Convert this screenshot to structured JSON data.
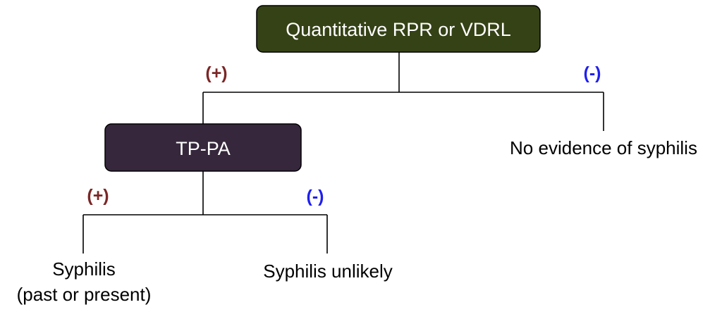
{
  "nodes": {
    "root": "Quantitative RPR or VDRL",
    "tppa": "TP-PA",
    "no_evidence": "No evidence of syphilis",
    "syphilis_line1": "Syphilis",
    "syphilis_line2": "(past or present)",
    "unlikely": "Syphilis unlikely"
  },
  "branches": {
    "positive": "(+)",
    "negative": "(-)"
  },
  "colors": {
    "root_fill": "#354216",
    "tppa_fill": "#36273d",
    "positive": "#7b2626",
    "negative": "#1f1ff0"
  }
}
